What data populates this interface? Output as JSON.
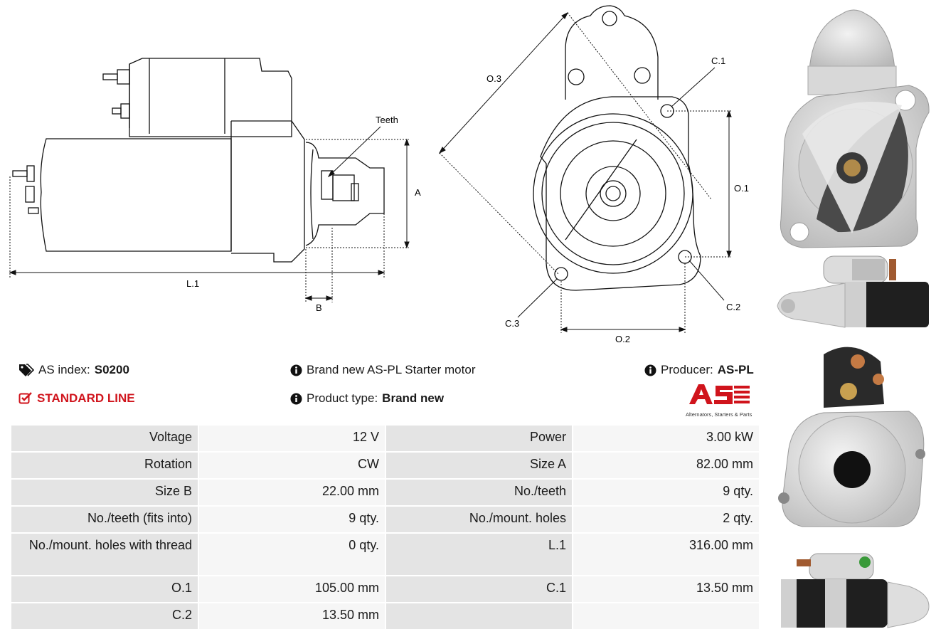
{
  "drawing_labels": {
    "teeth": "Teeth",
    "a": "A",
    "b": "B",
    "l1": "L.1",
    "o1": "O.1",
    "o2": "O.2",
    "o3": "O.3",
    "c1": "C.1",
    "c2": "C.2",
    "c3": "C.3"
  },
  "info": {
    "as_index_label": "AS index:",
    "as_index_value": "S0200",
    "standard_line": "STANDARD LINE",
    "description": "Brand new AS-PL Starter motor",
    "product_type_label": "Product type:",
    "product_type_value": "Brand new",
    "producer_label": "Producer:",
    "producer_value": "AS-PL",
    "logo_text": "AS",
    "logo_tagline": "Alternators, Starters & Parts"
  },
  "specs": {
    "rows": [
      {
        "k1": "Voltage",
        "v1": "12 V",
        "k2": "Power",
        "v2": "3.00 kW"
      },
      {
        "k1": "Rotation",
        "v1": "CW",
        "k2": "Size A",
        "v2": "82.00 mm"
      },
      {
        "k1": "Size B",
        "v1": "22.00 mm",
        "k2": "No./teeth",
        "v2": "9 qty."
      },
      {
        "k1": "No./teeth (fits into)",
        "v1": "9 qty.",
        "k2": "No./mount. holes",
        "v2": "2 qty."
      },
      {
        "k1": "No./mount. holes with thread",
        "v1": "0 qty.",
        "k2": "L.1",
        "v2": "316.00 mm"
      },
      {
        "k1": "O.1",
        "v1": "105.00 mm",
        "k2": "C.1",
        "v2": "13.50 mm"
      },
      {
        "k1": "C.2",
        "v1": "13.50 mm",
        "k2": "",
        "v2": ""
      }
    ]
  },
  "colors": {
    "accent_red": "#d0141c",
    "key_cell": "#e4e4e4",
    "value_cell": "#f6f6f6"
  },
  "icons": [
    "tags-icon",
    "checkbox-icon",
    "info-icon",
    "as-pl-logo"
  ]
}
